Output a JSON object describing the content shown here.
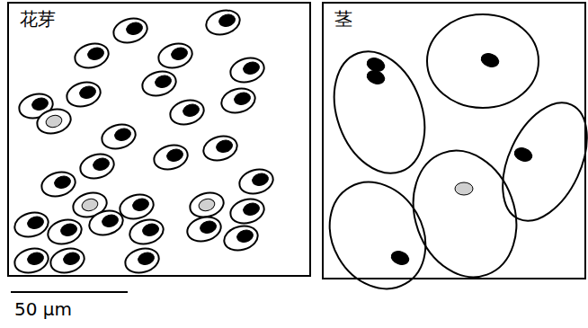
{
  "diagram": {
    "nodes": [
      {
        "text": [
          "花芽"
        ]
      },
      {
        "text": [
          "茎"
        ]
      }
    ],
    "labels": [
      "50 μm"
    ]
  }
}
